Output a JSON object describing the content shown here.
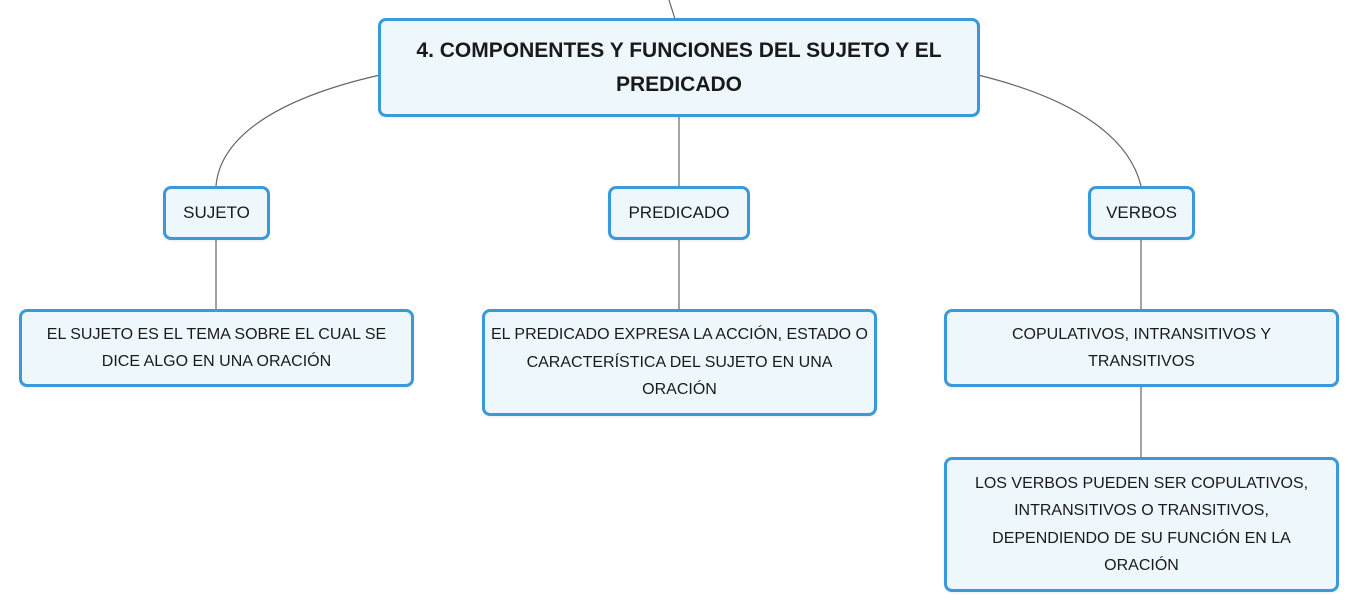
{
  "root": {
    "label": "4. COMPONENTES Y FUNCIONES DEL SUJETO Y EL PREDICADO"
  },
  "branches": [
    {
      "label": "SUJETO",
      "description": "EL SUJETO ES EL TEMA SOBRE EL CUAL SE DICE ALGO EN UNA ORACIÓN"
    },
    {
      "label": "PREDICADO",
      "description": "EL PREDICADO EXPRESA LA ACCIÓN, ESTADO O CARACTERÍSTICA DEL SUJETO EN UNA ORACIÓN"
    },
    {
      "label": "VERBOS",
      "description": "COPULATIVOS, INTRANSITIVOS Y TRANSITIVOS",
      "detail": "LOS VERBOS PUEDEN SER COPULATIVOS, INTRANSITIVOS O TRANSITIVOS, DEPENDIENDO DE SU FUNCIÓN EN LA ORACIÓN"
    }
  ],
  "colors": {
    "node_border": "#3a9ad9",
    "node_fill": "#eef7fc",
    "connector": "#666666",
    "text": "#1a1a1a"
  }
}
